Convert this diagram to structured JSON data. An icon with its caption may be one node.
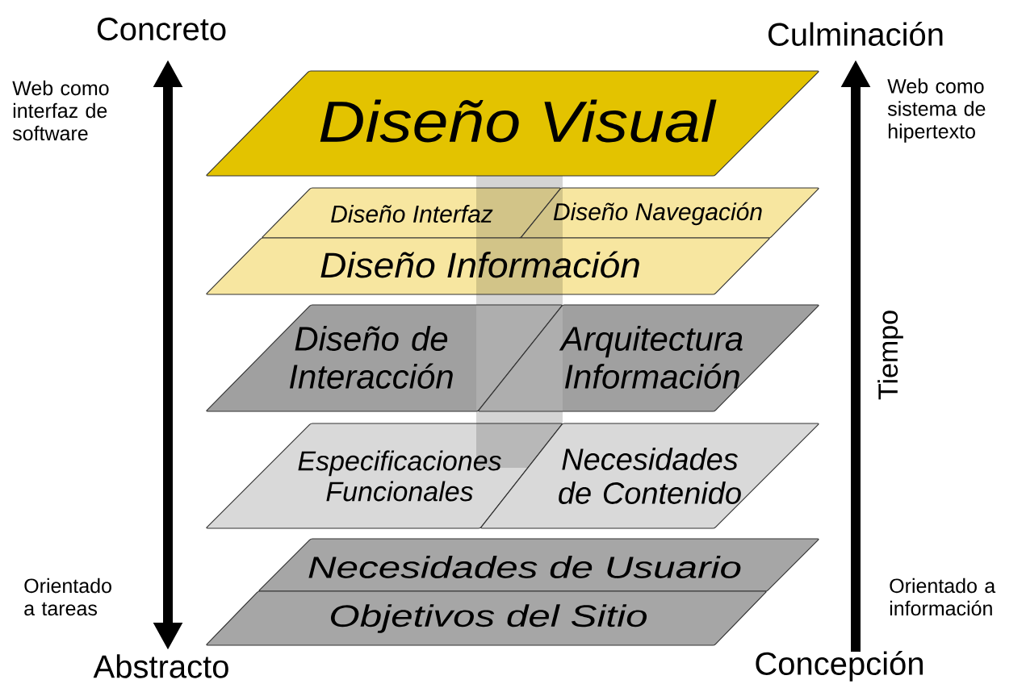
{
  "diagram": {
    "nodes": [
      {
        "text": [
          "Diseño Visual"
        ]
      },
      {
        "text": [
          "Diseño Interfaz"
        ]
      },
      {
        "text": [
          "Diseño Navegación"
        ]
      },
      {
        "text": [
          "Diseño Información"
        ]
      },
      {
        "text": [
          "Diseño de Interacción"
        ]
      },
      {
        "text": [
          "Arquitectura Información"
        ]
      },
      {
        "text": [
          "Especificaciones Funcionales"
        ]
      },
      {
        "text": [
          "Necesidades de Contenido"
        ]
      },
      {
        "text": [
          "Necesidades de Usuario"
        ]
      },
      {
        "text": [
          "Objetivos del Sitio"
        ]
      },
      {
        "text": [],
        "shape": "bar"
      },
      {
        "text": [],
        "shape": "bar"
      },
      {
        "text": [],
        "shape": "bar"
      }
    ],
    "labels": [
      "Concreto",
      "Web como interfaz de software",
      "Orientado a tareas",
      "Abstracto",
      "Culminación",
      "Web como sistema de hipertexto",
      "Tiempo",
      "Orientado a información",
      "Concepción"
    ]
  }
}
